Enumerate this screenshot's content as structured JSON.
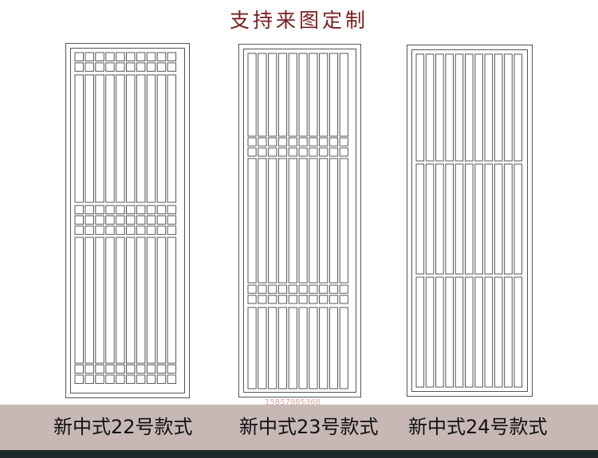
{
  "header": {
    "title": "支持来图定制"
  },
  "panels": [
    {
      "id": "22",
      "caption": "新中式22号款式"
    },
    {
      "id": "23",
      "caption": "新中式23号款式"
    },
    {
      "id": "24",
      "caption": "新中式24号款式"
    }
  ],
  "watermark": "15857985368",
  "colors": {
    "title": "#7a1f1f",
    "caption_bar": "#c7b8b6",
    "line": "#555555"
  }
}
